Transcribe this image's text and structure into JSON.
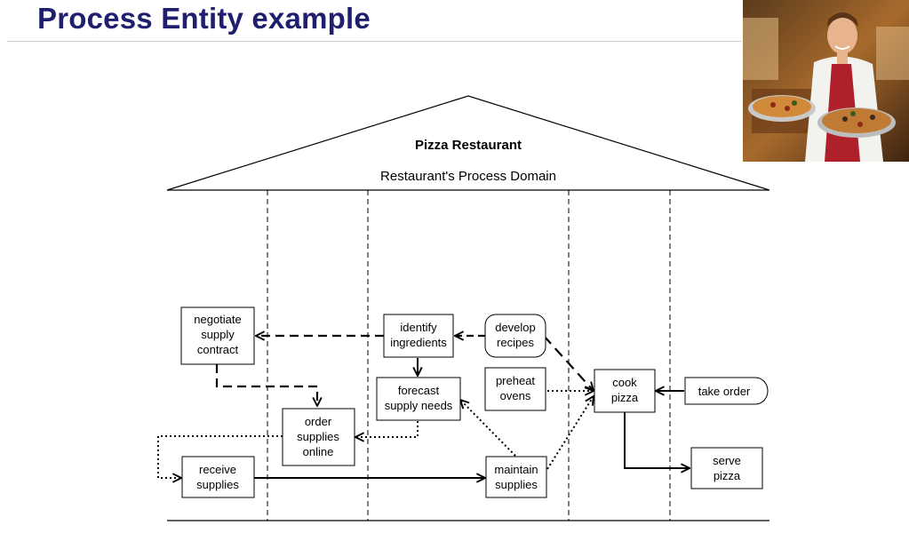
{
  "slide": {
    "title": "Process Entity example"
  },
  "diagram": {
    "title": "Pizza Restaurant",
    "subtitle": "Restaurant's Process Domain",
    "nodes": {
      "negotiate": [
        "negotiate",
        "supply",
        "contract"
      ],
      "identify": [
        "identify",
        "ingredients"
      ],
      "develop": [
        "develop",
        "recipes"
      ],
      "forecast": [
        "forecast",
        "supply needs"
      ],
      "preheat": [
        "preheat",
        "ovens"
      ],
      "cook": [
        "cook",
        "pizza"
      ],
      "take_order": [
        "take order"
      ],
      "order_online": [
        "order",
        "supplies",
        "online"
      ],
      "receive": [
        "receive",
        "supplies"
      ],
      "maintain": [
        "maintain",
        "supplies"
      ],
      "serve": [
        "serve",
        "pizza"
      ]
    }
  },
  "colors": {
    "title": "#1f1f6f",
    "line": "#000000"
  }
}
